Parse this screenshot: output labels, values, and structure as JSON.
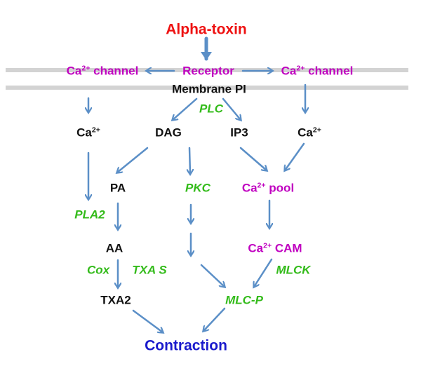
{
  "title": "Alpha-toxin",
  "receptor": "Receptor",
  "membrane": "Membrane PI",
  "ca_channel_left": {
    "base": "Ca",
    "sup": "2+",
    "rest": " channel"
  },
  "ca_channel_right": {
    "base": "Ca",
    "sup": "2+",
    "rest": " channel"
  },
  "ca_left": {
    "base": "Ca",
    "sup": "2+"
  },
  "ca_right": {
    "base": "Ca",
    "sup": "2+"
  },
  "plc": "PLC",
  "dag": "DAG",
  "ip3": "IP3",
  "pa": "PA",
  "pkc": "PKC",
  "ca_pool": {
    "base": "Ca",
    "sup": "2+",
    "rest": " pool"
  },
  "pla2": "PLA2",
  "aa": "AA",
  "ca_cam": {
    "base": "Ca",
    "sup": "2+",
    "rest": " CAM"
  },
  "cox": "Cox",
  "txas": "TXA S",
  "mlck": "MLCK",
  "txa2": "TXA2",
  "mlcp": "MLC-P",
  "result": "Contraction",
  "colors": {
    "arrow": "#5b8fc7",
    "membrane": "#d3d3d3",
    "enzyme": "#33bb1a",
    "calcium": "#c000c0",
    "toxin": "#ee1111",
    "outcome": "#1a1acc"
  }
}
